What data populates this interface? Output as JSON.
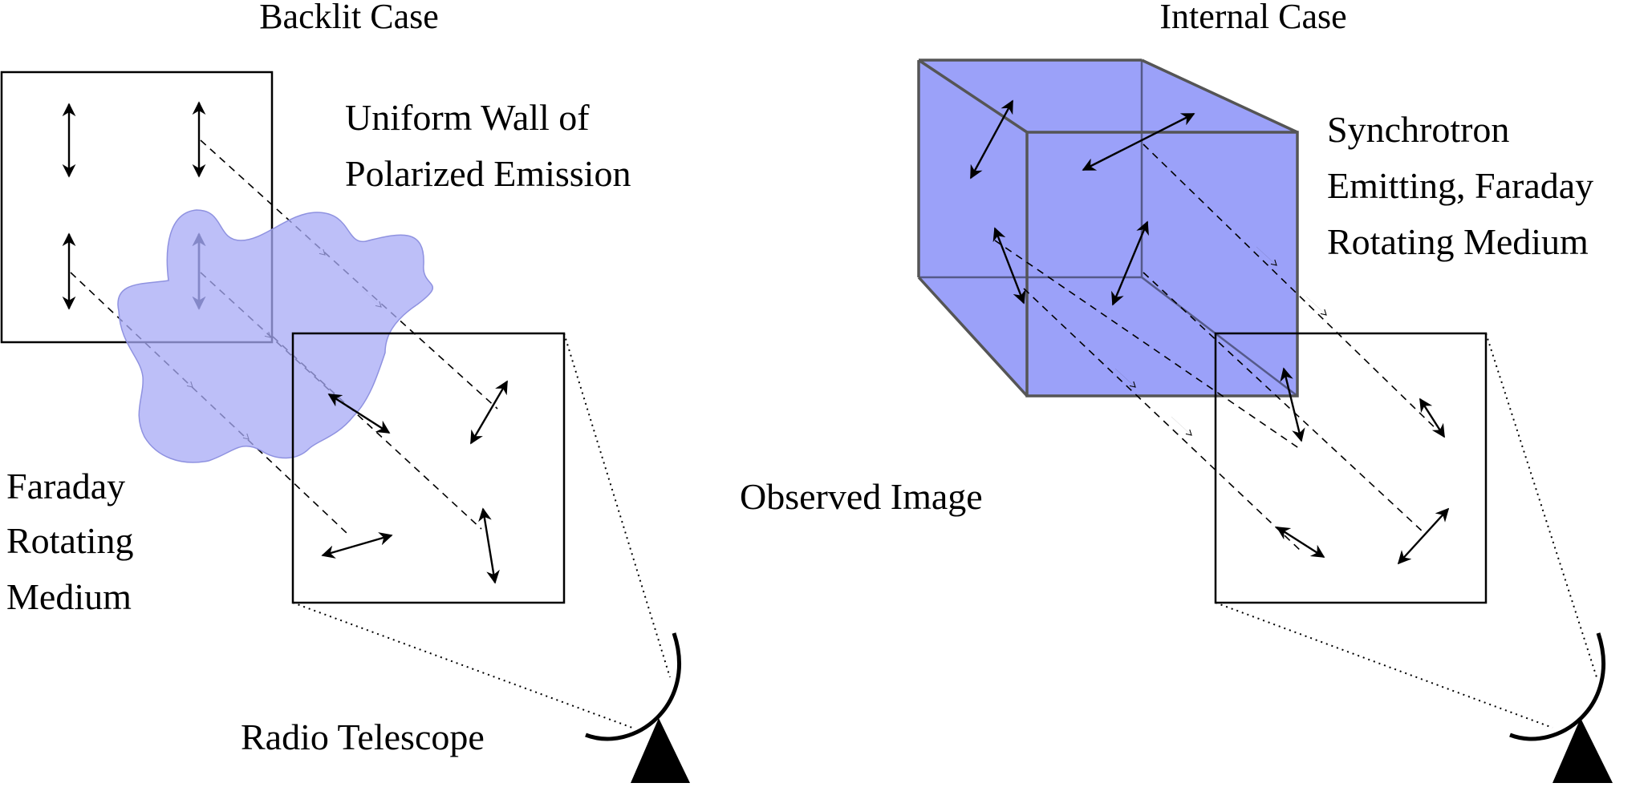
{
  "labels": {
    "backlit_title": "Backlit Case",
    "internal_title": "Internal Case",
    "wall_line1": "Uniform Wall of",
    "wall_line2": "Polarized Emission",
    "faraday_line1": "Faraday",
    "faraday_line2": "Rotating",
    "faraday_line3": "Medium",
    "synchrotron_line1": "Synchrotron",
    "synchrotron_line2": "Emitting, Faraday",
    "synchrotron_line3": "Rotating Medium",
    "observed_image": "Observed Image",
    "radio_telescope": "Radio Telescope"
  },
  "colors": {
    "cloud_fill": "#a7a9f5",
    "cube_fill": "#8a90f8",
    "line": "#000000"
  },
  "icons": {
    "double_arrow": "polarization-vector-icon",
    "telescope": "radio-dish-icon"
  }
}
